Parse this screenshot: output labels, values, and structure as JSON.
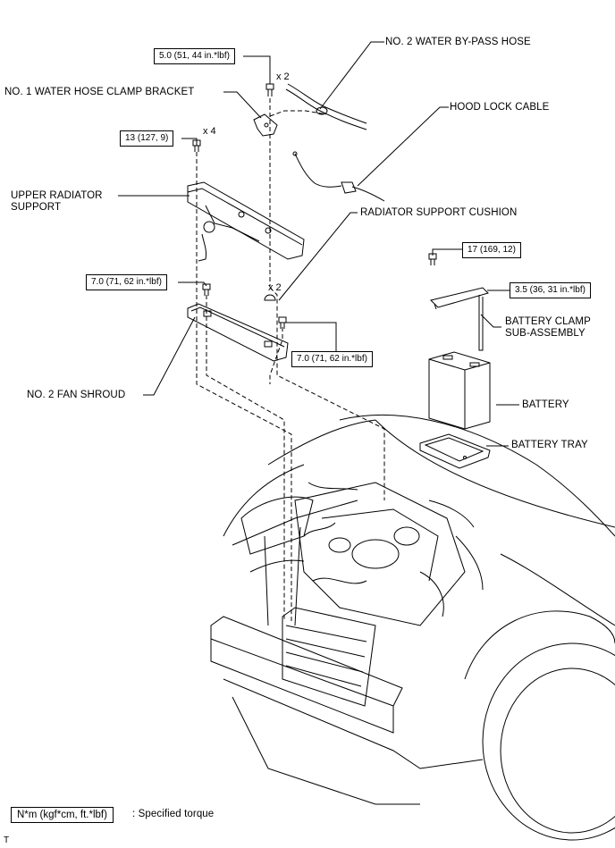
{
  "labels": {
    "water_bypass_hose": "NO. 2 WATER BY-PASS HOSE",
    "water_hose_clamp_bracket": "NO. 1 WATER HOSE CLAMP BRACKET",
    "hood_lock_cable": "HOOD LOCK CABLE",
    "upper_radiator_support": "UPPER RADIATOR\nSUPPORT",
    "radiator_support_cushion": "RADIATOR SUPPORT CUSHION",
    "fan_shroud": "NO. 2 FAN SHROUD",
    "battery_clamp": "BATTERY CLAMP\nSUB-ASSEMBLY",
    "battery": "BATTERY",
    "battery_tray": "BATTERY TRAY"
  },
  "torques": {
    "bracket_bolt": "5.0 (51, 44 in.*lbf)",
    "support_bolt": "13 (127, 9)",
    "shroud_bolt_left": "7.0 (71, 62 in.*lbf)",
    "shroud_bolt_right": "7.0 (71, 62 in.*lbf)",
    "battery_tray_bolt": "17 (169, 12)",
    "battery_clamp_nut": "3.5 (36, 31 in.*lbf)"
  },
  "quantities": {
    "bracket_bolt": "x 2",
    "support_bolt": "x 4",
    "cushion": "x 2"
  },
  "legend": {
    "unit": "N*m (kgf*cm, ft.*lbf)",
    "text": ": Specified torque"
  },
  "footer_code": "T"
}
